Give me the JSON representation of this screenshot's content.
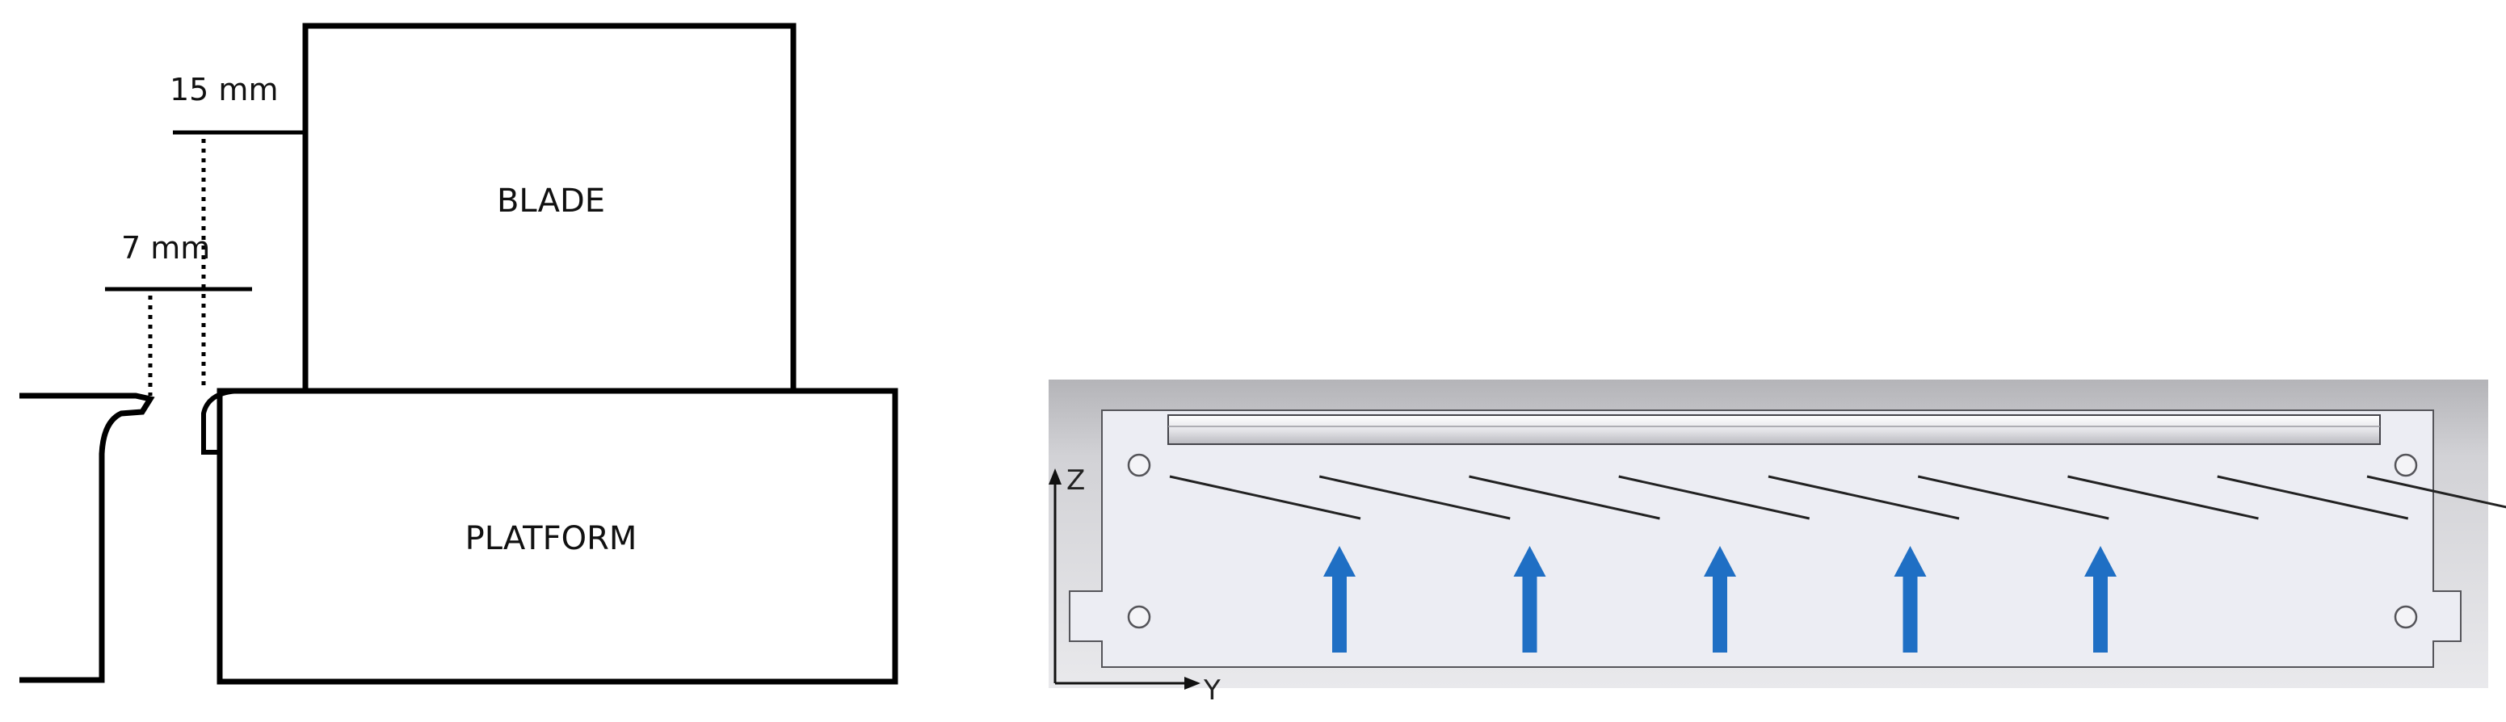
{
  "left_diagram": {
    "labels": {
      "blade": "BLADE",
      "platform": "PLATFORM"
    },
    "dimensions": {
      "upper": "15 mm",
      "lower": "7 mm"
    }
  },
  "right_diagram": {
    "axes": {
      "vertical": "Z",
      "horizontal": "Y"
    },
    "flow_arrow_count": 5,
    "slat_count": 9,
    "colors": {
      "frame": "#cfcfd4",
      "frame_shadow": "#b8b8bc",
      "panel": "#ecedf3",
      "arrow": "#1f6fc4",
      "slat": "#222222"
    }
  }
}
